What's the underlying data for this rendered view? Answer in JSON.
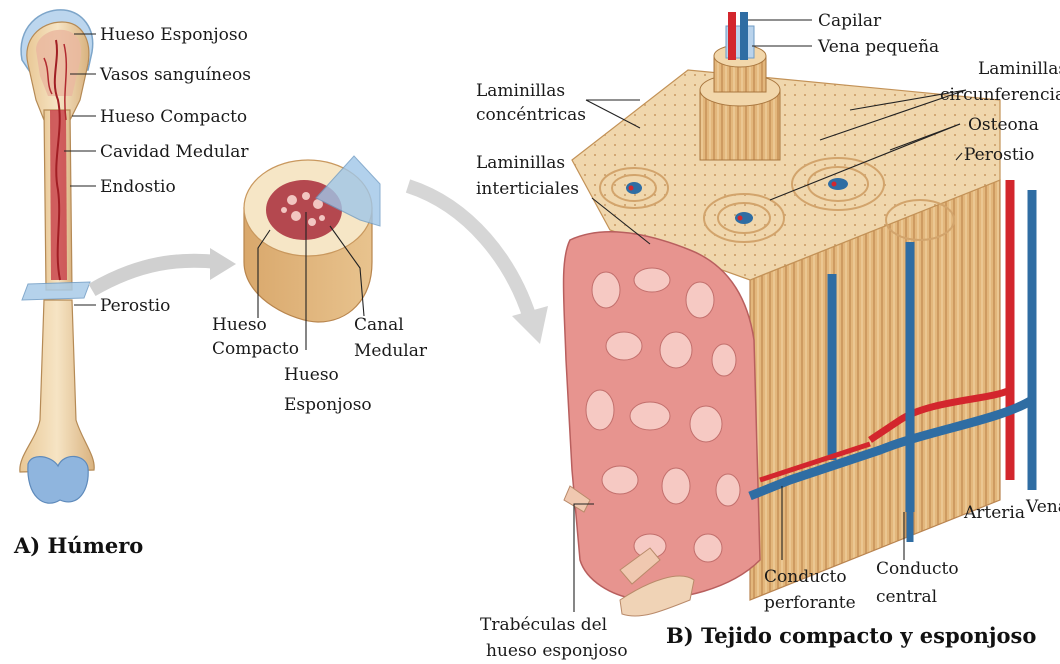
{
  "colors": {
    "bone": "#f1dcb4",
    "bone_dark": "#d8b07c",
    "spongy": "#d9777c",
    "spongy_light": "#f2b7b3",
    "artery": "#d3262d",
    "vein": "#2f6da3",
    "cartilage": "#a9c7e6"
  },
  "humerus": {
    "title": "A) Húmero",
    "labels": {
      "spongy": "Hueso Esponjoso",
      "vessels": "Vasos sanguíneos",
      "compact": "Hueso Compacto",
      "medullary": "Cavidad Medular",
      "endosteum": "Endostio",
      "periosteum": "Perostio"
    }
  },
  "section": {
    "compact_l1": "Hueso",
    "compact_l2": "Compacto",
    "spongy_l1": "Hueso",
    "spongy_l2": "Esponjoso",
    "canal_l1": "Canal",
    "canal_l2": "Medular"
  },
  "tissue": {
    "title": "B) Tejido compacto y esponjoso",
    "capillary": "Capilar",
    "small_vein": "Vena pequeña",
    "concentric_l1": "Laminillas",
    "concentric_l2": "concéntricas",
    "interstitial_l1": "Laminillas",
    "interstitial_l2": "interticiales",
    "circumferential_l1": "Laminillas",
    "circumferential_l2": "circunferenciales",
    "osteon": "Osteona",
    "periosteum": "Perostio",
    "artery": "Arteria",
    "vein": "Vena",
    "perforating_l1": "Conducto",
    "perforating_l2": "perforante",
    "central_l1": "Conducto",
    "central_l2": "central",
    "trabeculae_l1": "Trabéculas del",
    "trabeculae_l2": "hueso esponjoso"
  }
}
